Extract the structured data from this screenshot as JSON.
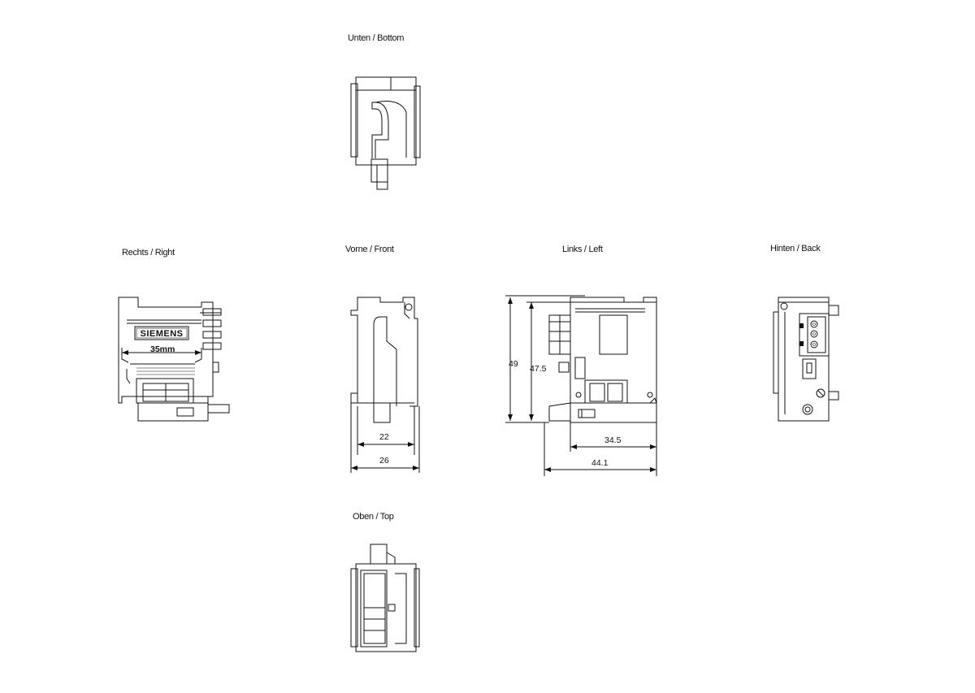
{
  "views": {
    "bottom": {
      "label": "Unten / Bottom"
    },
    "right": {
      "label": "Rechts / Right",
      "logo_text": "SIEMENS",
      "rail_label": "35mm"
    },
    "front": {
      "label": "Vorne / Front",
      "dims": [
        "22",
        "26"
      ]
    },
    "left": {
      "label": "Links / Left",
      "dims": [
        "49",
        "47.5",
        "34.5",
        "44.1"
      ]
    },
    "back": {
      "label": "Hinten / Back"
    },
    "top": {
      "label": "Oben / Top"
    }
  },
  "colors": {
    "line": "#111111",
    "background": "#ffffff"
  }
}
